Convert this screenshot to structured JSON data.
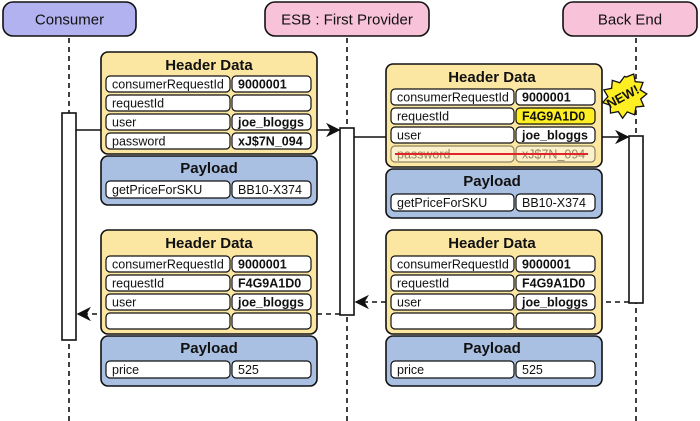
{
  "actors": {
    "consumer": "Consumer",
    "esb": "ESB : First Provider",
    "backend": "Back End"
  },
  "colors": {
    "consumer_actor": "#b2b2f0",
    "provider_actor": "#f8c2d8",
    "header_bg": "#fbe6a2",
    "payload_bg": "#a9c0e2",
    "highlight": "#ffee22",
    "new_badge": "#ffee22",
    "strike": "#e0262b"
  },
  "new_badge": "NEW!",
  "messages": [
    {
      "header_title": "Header Data",
      "header_rows": [
        {
          "key": "consumerRequestId",
          "value": "9000001"
        },
        {
          "key": "requestId",
          "value": ""
        },
        {
          "key": "user",
          "value": "joe_bloggs"
        },
        {
          "key": "password",
          "value": "xJ$7N_094"
        }
      ],
      "payload_title": "Payload",
      "payload_rows": [
        {
          "key": "getPriceForSKU",
          "value": "BB10-X374"
        }
      ]
    },
    {
      "header_title": "Header Data",
      "header_rows": [
        {
          "key": "consumerRequestId",
          "value": "9000001"
        },
        {
          "key": "requestId",
          "value": "F4G9A1D0"
        },
        {
          "key": "user",
          "value": "joe_bloggs"
        },
        {
          "key": "password",
          "value": "xJ$7N_094"
        }
      ],
      "payload_title": "Payload",
      "payload_rows": [
        {
          "key": "getPriceForSKU",
          "value": "BB10-X374"
        }
      ]
    },
    {
      "header_title": "Header Data",
      "header_rows": [
        {
          "key": "consumerRequestId",
          "value": "9000001"
        },
        {
          "key": "requestId",
          "value": "F4G9A1D0"
        },
        {
          "key": "user",
          "value": "joe_bloggs"
        },
        {
          "key": "",
          "value": ""
        }
      ],
      "payload_title": "Payload",
      "payload_rows": [
        {
          "key": "price",
          "value": "525"
        }
      ]
    },
    {
      "header_title": "Header Data",
      "header_rows": [
        {
          "key": "consumerRequestId",
          "value": "9000001"
        },
        {
          "key": "requestId",
          "value": "F4G9A1D0"
        },
        {
          "key": "user",
          "value": "joe_bloggs"
        },
        {
          "key": "",
          "value": ""
        }
      ],
      "payload_title": "Payload",
      "payload_rows": [
        {
          "key": "price",
          "value": "525"
        }
      ]
    }
  ]
}
